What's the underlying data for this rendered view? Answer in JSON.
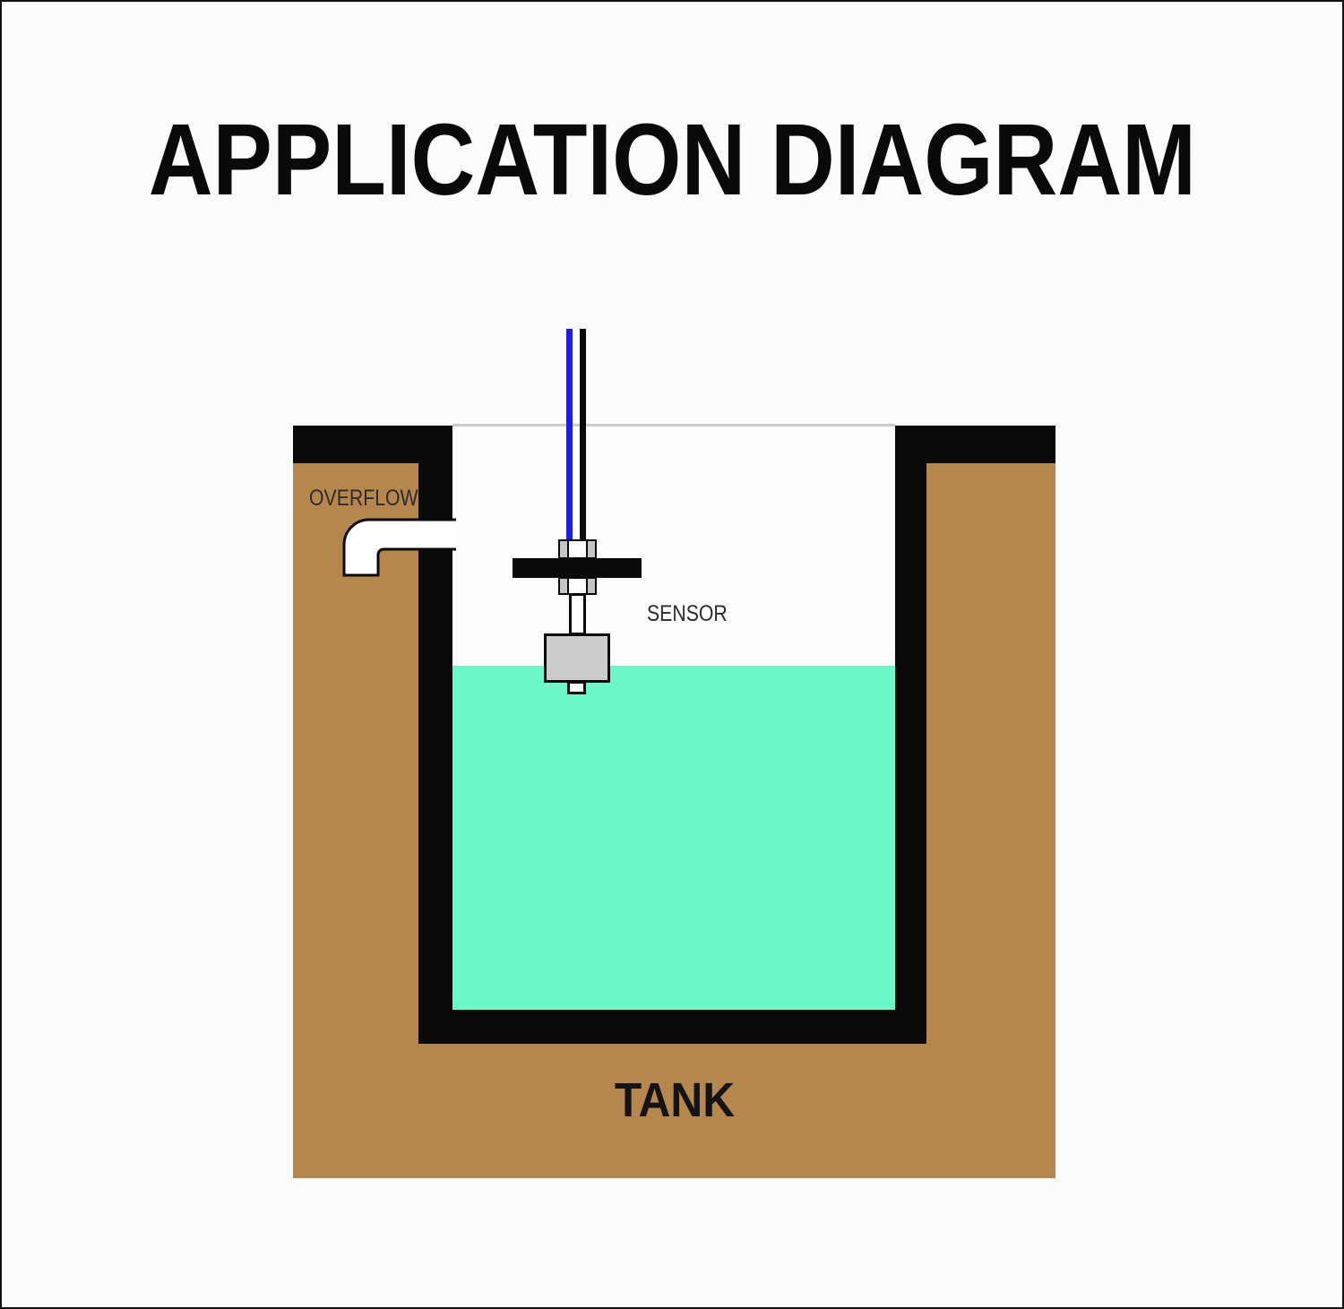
{
  "title": "APPLICATION DIAGRAM",
  "labels": {
    "overflow": "OVERFLOW",
    "sensor": "SENSOR",
    "tank": "TANK"
  },
  "colors": {
    "background": "#FBFBFB",
    "tank_brown": "#B6874D",
    "lining_black": "#0A0A0A",
    "water_teal": "#6CF7C8",
    "inner_top_line": "#CDCDCD",
    "wire_blue": "#1E1EDC",
    "wire_black": "#0A0A0A",
    "float_gray": "#CCCCCC",
    "nut_tab_gray": "#C4C4C4",
    "pipe_white": "#FFFFFF",
    "pipe_outline": "#0A0A0A"
  }
}
